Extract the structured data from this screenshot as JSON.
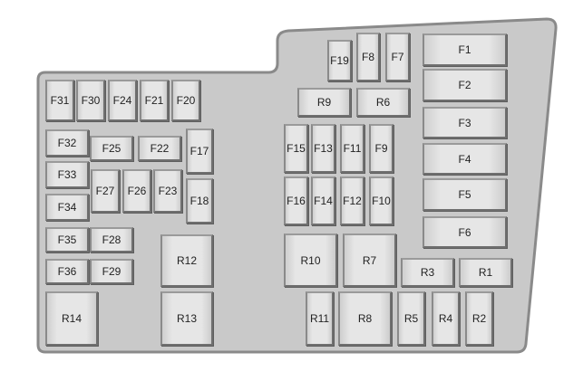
{
  "labels": {
    "F1": "F1",
    "F2": "F2",
    "F3": "F3",
    "F4": "F4",
    "F5": "F5",
    "F6": "F6",
    "F7": "F7",
    "F8": "F8",
    "F9": "F9",
    "F10": "F10",
    "F11": "F11",
    "F12": "F12",
    "F13": "F13",
    "F14": "F14",
    "F15": "F15",
    "F16": "F16",
    "F17": "F17",
    "F18": "F18",
    "F19": "F19",
    "F20": "F20",
    "F21": "F21",
    "F22": "F22",
    "F23": "F23",
    "F24": "F24",
    "F25": "F25",
    "F26": "F26",
    "F27": "F27",
    "F28": "F28",
    "F29": "F29",
    "F30": "F30",
    "F31": "F31",
    "F32": "F32",
    "F33": "F33",
    "F34": "F34",
    "F35": "F35",
    "F36": "F36",
    "R1": "R1",
    "R2": "R2",
    "R3": "R3",
    "R4": "R4",
    "R5": "R5",
    "R6": "R6",
    "R7": "R7",
    "R8": "R8",
    "R9": "R9",
    "R10": "R10",
    "R11": "R11",
    "R12": "R12",
    "R13": "R13",
    "R14": "R14"
  },
  "colors": {
    "housing": "#c9c9c9",
    "housing_border": "#8a8a8a",
    "slot": "#e3e3e3"
  }
}
